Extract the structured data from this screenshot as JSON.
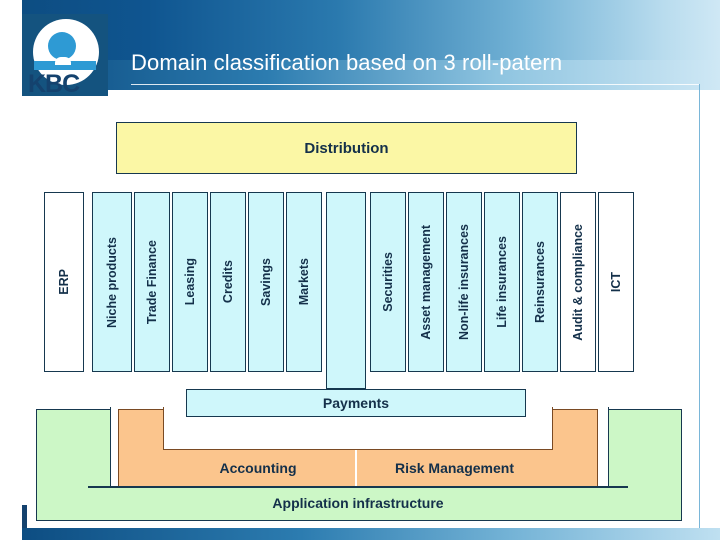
{
  "header": {
    "title": "Domain classification based on 3 roll-patern",
    "logo": {
      "wordmark": "KBC",
      "icon_name": "kbc-logo-icon"
    },
    "colors": {
      "band_dark": "#0d4d82",
      "band_light": "#cfe8f5",
      "title_color": "#ffffff"
    }
  },
  "diagram": {
    "top_band": {
      "label": "Distribution",
      "fill": "#FBF7A5",
      "border": "#16384f"
    },
    "columns": [
      {
        "label": "ERP",
        "fill": "#ffffff",
        "tall": false
      },
      {
        "label": "Niche products",
        "fill": "#CFF7FB",
        "tall": false
      },
      {
        "label": "Trade Finance",
        "fill": "#CFF7FB",
        "tall": false
      },
      {
        "label": "Leasing",
        "fill": "#CFF7FB",
        "tall": false
      },
      {
        "label": "Credits",
        "fill": "#CFF7FB",
        "tall": false
      },
      {
        "label": "Savings",
        "fill": "#CFF7FB",
        "tall": false
      },
      {
        "label": "Markets",
        "fill": "#CFF7FB",
        "tall": false
      },
      {
        "label": "",
        "fill": "#CFF7FB",
        "tall": true
      },
      {
        "label": "Securities",
        "fill": "#CFF7FB",
        "tall": false
      },
      {
        "label": "Asset management",
        "fill": "#CFF7FB",
        "tall": false
      },
      {
        "label": "Non-life insurances",
        "fill": "#CFF7FB",
        "tall": false
      },
      {
        "label": "Life insurances",
        "fill": "#CFF7FB",
        "tall": false
      },
      {
        "label": "Reinsurances",
        "fill": "#CFF7FB",
        "tall": false
      },
      {
        "label": "Audit & compliance",
        "fill": "#ffffff",
        "tall": false
      },
      {
        "label": "ICT",
        "fill": "#ffffff",
        "tall": false
      }
    ],
    "payments": {
      "label": "Payments",
      "fill": "#CFF7FB"
    },
    "accounting": {
      "label": "Accounting",
      "fill": "#FBC58D"
    },
    "risk_management": {
      "label": "Risk Management",
      "fill": "#FBC58D"
    },
    "application_infrastructure": {
      "label": "Application infrastructure",
      "fill": "#CCF7C6"
    }
  }
}
